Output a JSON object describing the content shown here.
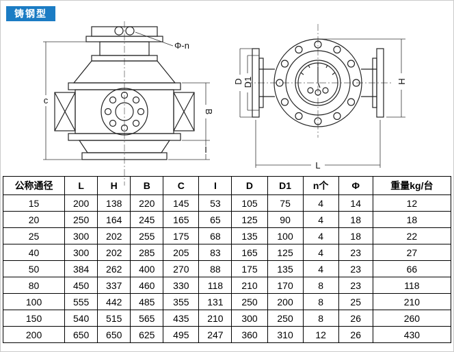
{
  "badge": {
    "label": "铸钢型",
    "bg": "#1b7cc4"
  },
  "diagram": {
    "side_view": {
      "dim_phi_n": "Φ-n",
      "dim_c": "c",
      "dim_b": "B",
      "dim_i": "I"
    },
    "front_view": {
      "dim_d": "D",
      "dim_d1": "D1",
      "dim_l": "L",
      "dim_h": "H"
    }
  },
  "table": {
    "headers": [
      "公称通径",
      "L",
      "H",
      "B",
      "C",
      "I",
      "D",
      "D1",
      "n个",
      "Φ",
      "重量kg/台"
    ],
    "rows": [
      [
        "15",
        "200",
        "138",
        "220",
        "145",
        "53",
        "105",
        "75",
        "4",
        "14",
        "12"
      ],
      [
        "20",
        "250",
        "164",
        "245",
        "165",
        "65",
        "125",
        "90",
        "4",
        "18",
        "18"
      ],
      [
        "25",
        "300",
        "202",
        "255",
        "175",
        "68",
        "135",
        "100",
        "4",
        "18",
        "22"
      ],
      [
        "40",
        "300",
        "202",
        "285",
        "205",
        "83",
        "165",
        "125",
        "4",
        "23",
        "27"
      ],
      [
        "50",
        "384",
        "262",
        "400",
        "270",
        "88",
        "175",
        "135",
        "4",
        "23",
        "66"
      ],
      [
        "80",
        "450",
        "337",
        "460",
        "330",
        "118",
        "210",
        "170",
        "8",
        "23",
        "118"
      ],
      [
        "100",
        "555",
        "442",
        "485",
        "355",
        "131",
        "250",
        "200",
        "8",
        "25",
        "210"
      ],
      [
        "150",
        "540",
        "515",
        "565",
        "435",
        "210",
        "300",
        "250",
        "8",
        "26",
        "260"
      ],
      [
        "200",
        "650",
        "650",
        "625",
        "495",
        "247",
        "360",
        "310",
        "12",
        "26",
        "430"
      ]
    ]
  }
}
